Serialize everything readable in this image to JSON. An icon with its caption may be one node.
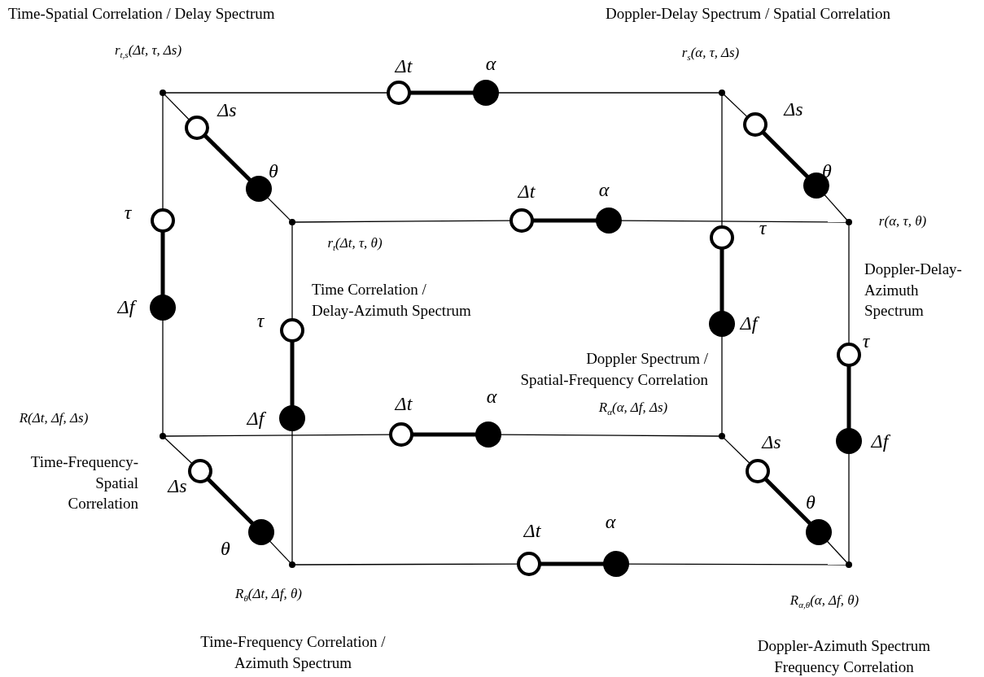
{
  "diagram": {
    "nodes": [
      {
        "text": [],
        "shape": "dot"
      },
      {
        "text": [],
        "shape": "dot"
      },
      {
        "text": [],
        "shape": "dot"
      },
      {
        "text": [],
        "shape": "dot"
      },
      {
        "text": [],
        "shape": "dot"
      },
      {
        "text": [],
        "shape": "dot"
      },
      {
        "text": [],
        "shape": "dot"
      },
      {
        "text": [],
        "shape": "dot"
      },
      {
        "text": [],
        "shape": "circle",
        "beside": [
          "Δt"
        ]
      },
      {
        "text": [],
        "shape": "disc",
        "beside": [
          "α"
        ]
      },
      {
        "text": [],
        "shape": "circle",
        "beside": [
          "Δs"
        ]
      },
      {
        "text": [],
        "shape": "disc",
        "beside": [
          "θ"
        ]
      },
      {
        "text": [],
        "shape": "circle",
        "beside": [
          "Δs"
        ]
      },
      {
        "text": [],
        "shape": "disc",
        "beside": [
          "θ"
        ]
      },
      {
        "text": [],
        "shape": "circle",
        "beside": [
          "Δt"
        ]
      },
      {
        "text": [],
        "shape": "disc",
        "beside": [
          "α"
        ]
      },
      {
        "text": [],
        "shape": "circle",
        "beside": [
          "τ"
        ]
      },
      {
        "text": [],
        "shape": "disc",
        "beside": [
          "Δf"
        ]
      },
      {
        "text": [],
        "shape": "circle",
        "beside": [
          "τ"
        ]
      },
      {
        "text": [],
        "shape": "disc",
        "beside": [
          "Δf"
        ]
      },
      {
        "text": [],
        "shape": "circle",
        "beside": [
          "τ"
        ]
      },
      {
        "text": [],
        "shape": "disc",
        "beside": [
          "Δf"
        ]
      },
      {
        "text": [],
        "shape": "circle",
        "beside": [
          "τ"
        ]
      },
      {
        "text": [],
        "shape": "disc",
        "beside": [
          "Δf"
        ]
      },
      {
        "text": [],
        "shape": "circle",
        "beside": [
          "Δt"
        ]
      },
      {
        "text": [],
        "shape": "disc",
        "beside": [
          "α"
        ]
      },
      {
        "text": [],
        "shape": "circle",
        "beside": [
          "Δs"
        ]
      },
      {
        "text": [],
        "shape": "disc",
        "beside": [
          "θ"
        ]
      },
      {
        "text": [],
        "shape": "circle",
        "beside": [
          "Δs"
        ]
      },
      {
        "text": [],
        "shape": "disc",
        "beside": [
          "θ"
        ]
      },
      {
        "text": [],
        "shape": "circle",
        "beside": [
          "Δt"
        ]
      },
      {
        "text": [],
        "shape": "disc",
        "beside": [
          "α"
        ]
      }
    ],
    "edges": [
      {
        "from": 0,
        "to": 8,
        "arrow": "none"
      },
      {
        "from": 8,
        "to": 9,
        "arrow": "none",
        "style": "thick"
      },
      {
        "from": 9,
        "to": 1,
        "arrow": "none"
      },
      {
        "from": 0,
        "to": 10,
        "arrow": "none"
      },
      {
        "from": 10,
        "to": 11,
        "arrow": "none",
        "style": "thick"
      },
      {
        "from": 11,
        "to": 2,
        "arrow": "none"
      },
      {
        "from": 1,
        "to": 12,
        "arrow": "none"
      },
      {
        "from": 12,
        "to": 13,
        "arrow": "none",
        "style": "thick"
      },
      {
        "from": 13,
        "to": 3,
        "arrow": "none"
      },
      {
        "from": 2,
        "to": 14,
        "arrow": "none"
      },
      {
        "from": 14,
        "to": 15,
        "arrow": "none",
        "style": "thick"
      },
      {
        "from": 15,
        "to": 3,
        "arrow": "none"
      },
      {
        "from": 0,
        "to": 16,
        "arrow": "none"
      },
      {
        "from": 16,
        "to": 17,
        "arrow": "none",
        "style": "thick"
      },
      {
        "from": 17,
        "to": 4,
        "arrow": "none"
      },
      {
        "from": 1,
        "to": 18,
        "arrow": "none"
      },
      {
        "from": 18,
        "to": 19,
        "arrow": "none",
        "style": "thick"
      },
      {
        "from": 19,
        "to": 5,
        "arrow": "none"
      },
      {
        "from": 2,
        "to": 20,
        "arrow": "none"
      },
      {
        "from": 20,
        "to": 21,
        "arrow": "none",
        "style": "thick"
      },
      {
        "from": 21,
        "to": 6,
        "arrow": "none"
      },
      {
        "from": 3,
        "to": 22,
        "arrow": "none"
      },
      {
        "from": 22,
        "to": 23,
        "arrow": "none",
        "style": "thick"
      },
      {
        "from": 23,
        "to": 7,
        "arrow": "none"
      },
      {
        "from": 4,
        "to": 24,
        "arrow": "none"
      },
      {
        "from": 24,
        "to": 25,
        "arrow": "none",
        "style": "thick"
      },
      {
        "from": 25,
        "to": 5,
        "arrow": "none"
      },
      {
        "from": 4,
        "to": 26,
        "arrow": "none"
      },
      {
        "from": 26,
        "to": 27,
        "arrow": "none",
        "style": "thick"
      },
      {
        "from": 27,
        "to": 6,
        "arrow": "none"
      },
      {
        "from": 5,
        "to": 28,
        "arrow": "none"
      },
      {
        "from": 28,
        "to": 29,
        "arrow": "none",
        "style": "thick"
      },
      {
        "from": 29,
        "to": 7,
        "arrow": "none"
      },
      {
        "from": 6,
        "to": 30,
        "arrow": "none"
      },
      {
        "from": 30,
        "to": 31,
        "arrow": "none",
        "style": "thick"
      },
      {
        "from": 31,
        "to": 7,
        "arrow": "none"
      }
    ],
    "labels": [
      "Time-Spatial Correlation / Delay Spectrum",
      "Doppler-Delay Spectrum / Spatial Correlation",
      "r$_{t,s}$(Δt, τ, Δs)",
      "r$_{s}$(α, τ, Δs)",
      "r(α, τ, θ)",
      "r$_{t}$(Δt, τ, θ)",
      "Doppler-Delay-Azimuth Spectrum",
      "Time Correlation / Delay-Azimuth Spectrum",
      "Doppler Spectrum / Spatial-Frequency Correlation",
      "R$_{α}$(α, Δf, Δs)",
      "R(Δt, Δf, Δs)",
      "Time-Frequency-Spatial Correlation",
      "R$_{θ}$(Δt, Δf, θ)",
      "R$_{α,θ}$(α, Δf, θ)",
      "Time-Frequency Correlation / Azimuth Spectrum",
      "Doppler-Azimuth Spectrum Frequency Correlation"
    ]
  }
}
